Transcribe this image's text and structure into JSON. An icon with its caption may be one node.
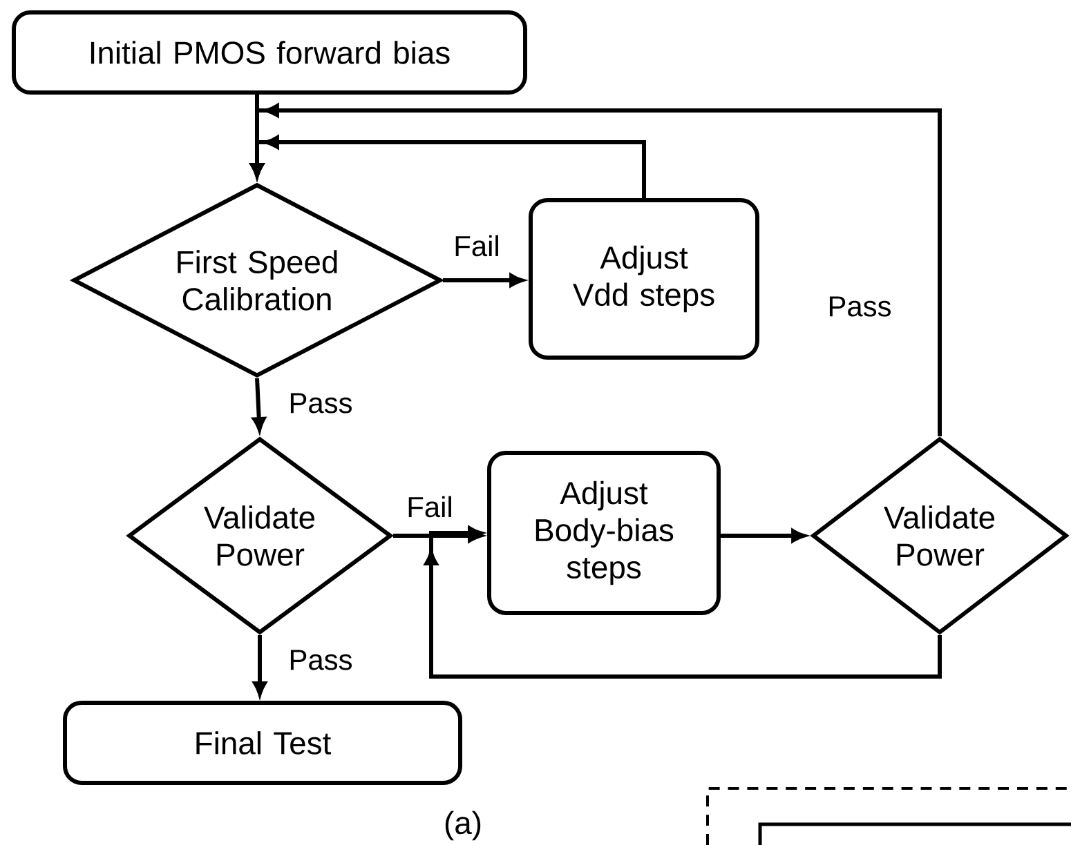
{
  "diagram": {
    "nodes": [
      {
        "text": [
          "Initial PMOS forward bias"
        ]
      },
      {
        "text": [
          "First Speed Calibration"
        ]
      },
      {
        "text": [
          "Adjust Vdd steps"
        ]
      },
      {
        "text": [
          "Validate Power"
        ]
      },
      {
        "text": [
          "Adjust Body-bias steps"
        ]
      },
      {
        "text": [
          "Validate Power"
        ]
      },
      {
        "text": [
          "Final Test"
        ]
      }
    ],
    "edges": [
      {
        "from": 0,
        "to": 1,
        "arrow": "to"
      },
      {
        "from": 1,
        "to": 2,
        "arrow": "to",
        "label": "Fail"
      },
      {
        "from": 2,
        "to": 1,
        "arrow": "to"
      },
      {
        "from": 5,
        "to": 1,
        "arrow": "to",
        "label": "Pass"
      },
      {
        "from": 1,
        "to": 3,
        "arrow": "to",
        "label": "Pass"
      },
      {
        "from": 3,
        "to": 4,
        "arrow": "to",
        "label": "Fail"
      },
      {
        "from": 4,
        "to": 5,
        "arrow": "to"
      },
      {
        "from": 5,
        "to": 4,
        "arrow": "to"
      },
      {
        "from": 3,
        "to": 6,
        "arrow": "to",
        "label": "Pass"
      }
    ],
    "labels": [
      "(a)"
    ]
  }
}
